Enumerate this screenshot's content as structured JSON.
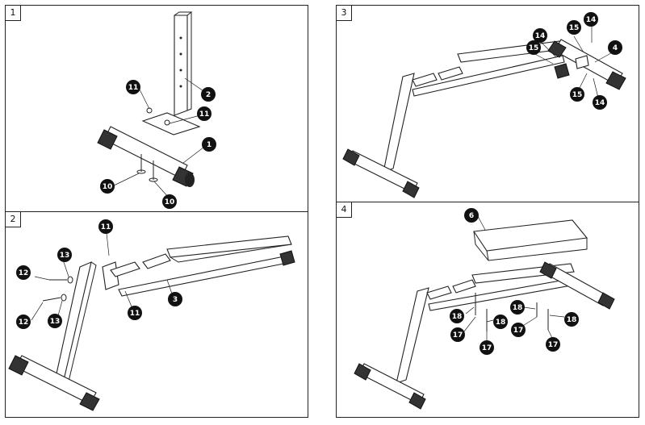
{
  "steps": [
    {
      "number": "1",
      "callouts": [
        "11",
        "2",
        "11",
        "1",
        "10",
        "10"
      ]
    },
    {
      "number": "2",
      "callouts": [
        "11",
        "12",
        "13",
        "13",
        "12",
        "3",
        "11"
      ]
    },
    {
      "number": "3",
      "callouts": [
        "14",
        "15",
        "14",
        "4",
        "15",
        "15",
        "14"
      ]
    },
    {
      "number": "4",
      "callouts": [
        "6",
        "18",
        "18",
        "18",
        "18",
        "17",
        "17",
        "17"
      ]
    }
  ]
}
